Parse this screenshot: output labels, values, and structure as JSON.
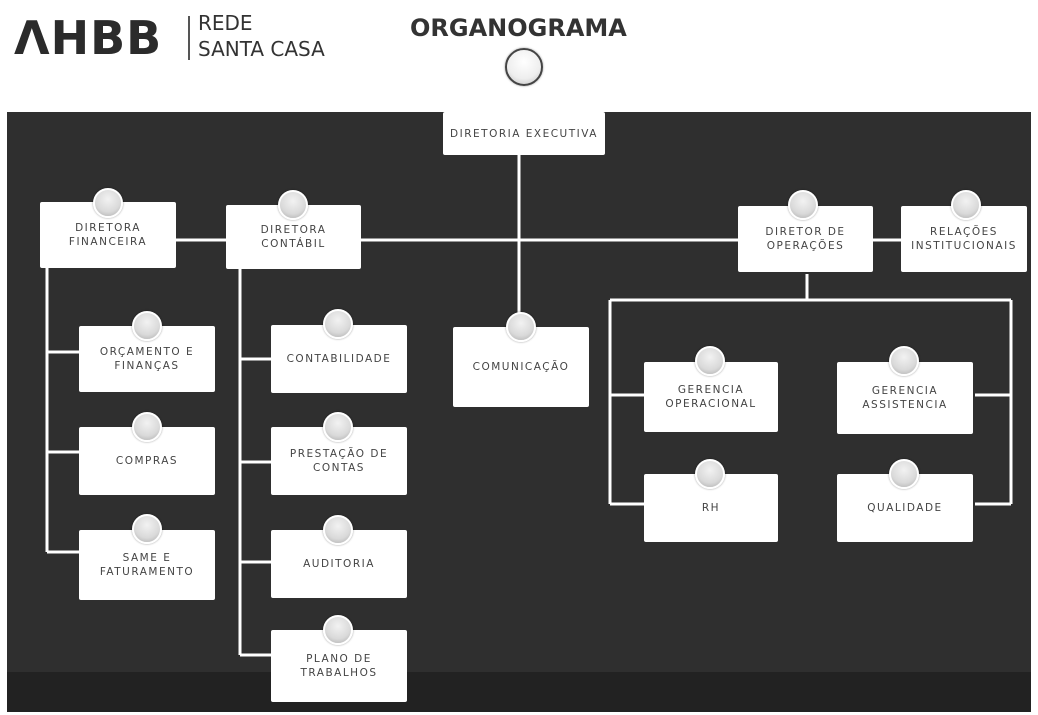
{
  "header": {
    "logo_main": "ΛHBB",
    "logo_line1": "REDE",
    "logo_line2": "SANTA CASA",
    "title": "ORGANOGRAMA"
  },
  "nodes": {
    "diretoria_executiva": "DIRETORIA EXECUTIVA",
    "diretora_financeira": "DIRETORA\nFINANCEIRA",
    "diretora_contabil": "DIRETORA\nCONTÁBIL",
    "diretor_operacoes": "DIRETOR DE\nOPERAÇÕES",
    "relacoes_institucionais": "RELAÇÕES\nINSTITUCIONAIS",
    "orcamento_financas": "ORÇAMENTO E\nFINANÇAS",
    "compras": "COMPRAS",
    "same_faturamento": "SAME E\nFATURAMENTO",
    "contabilidade": "CONTABILIDADE",
    "prestacao_contas": "PRESTAÇÃO DE\nCONTAS",
    "auditoria": "AUDITORIA",
    "plano_trabalhos": "PLANO DE\nTRABALHOS",
    "comunicacao": "COMUNICAÇÃO",
    "gerencia_operacional": "GERENCIA\nOPERACIONAL",
    "gerencia_assistencia": "GERENCIA\nASSISTENCIA",
    "rh": "RH",
    "qualidade": "QUALIDADE"
  },
  "colors": {
    "background": "#2f2f2f",
    "box": "#ffffff",
    "connector": "#ffffff",
    "text": "#444444"
  }
}
